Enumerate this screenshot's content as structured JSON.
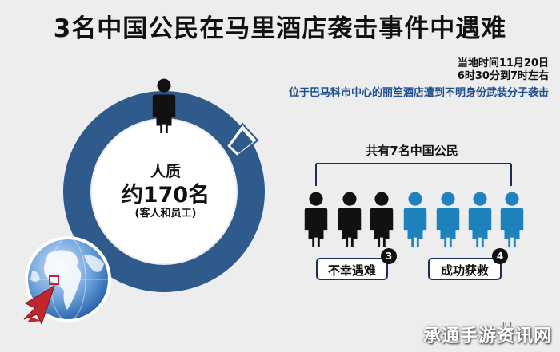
{
  "title": "3名中国公民在马里酒店袭击事件中遇难",
  "time": {
    "line1": "当地时间11月20日",
    "line2": "6时30分到7时左右"
  },
  "location_text": "位于巴马科市中心的丽笙酒店遭到不明身份武装分子袭击",
  "hostages": {
    "label": "人质",
    "count": "约170名",
    "note": "(客人和员工)",
    "total": 170
  },
  "citizens": {
    "label": "共有7名中国公民",
    "total": 7,
    "dead": {
      "label": "不幸遇难",
      "count": "3",
      "value": 3
    },
    "rescued": {
      "label": "成功获救",
      "count": "4",
      "value": 4
    }
  },
  "colors": {
    "ring": "#2e5a8c",
    "ring_light": "#3f74ad",
    "figure_dark": "#111111",
    "figure_blue": "#1f82bd",
    "globe_light": "#6fa3dc",
    "globe_dark": "#1d5aa2",
    "arrow": "#c0262d",
    "background": "#ededed"
  },
  "icons": {
    "person": "person-icon",
    "globe": "globe-icon",
    "pointer": "arrow-pointer-icon"
  },
  "watermark": "承通手游资讯网",
  "watermark_small": "(C)"
}
